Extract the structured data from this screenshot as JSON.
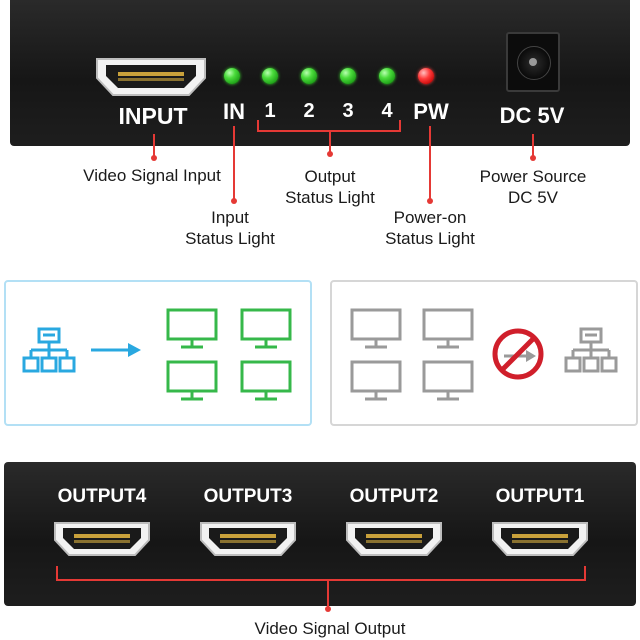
{
  "top_device": {
    "input_label": "INPUT",
    "in_label": "IN",
    "led_numbers": [
      "1",
      "2",
      "3",
      "4"
    ],
    "pw_label": "PW",
    "dc_label": "DC 5V"
  },
  "callouts": {
    "video_signal_input": "Video Signal Input",
    "input_status_line1": "Input",
    "input_status_line2": "Status Light",
    "output_status_line1": "Output",
    "output_status_line2": "Status Light",
    "power_on_line1": "Power-on",
    "power_on_line2": "Status Light",
    "power_source_line1": "Power Source",
    "power_source_line2": "DC 5V"
  },
  "bottom_device": {
    "outputs": [
      "OUTPUT4",
      "OUTPUT3",
      "OUTPUT2",
      "OUTPUT1"
    ],
    "caption": "Video Signal Output"
  },
  "colors": {
    "accent_red": "#e53935",
    "led_green": "#3bd22d",
    "led_red": "#ff3b3b",
    "network_blue": "#29a8e0",
    "monitor_green": "#36b84a",
    "inactive_gray": "#9a9a9a"
  },
  "icons": {
    "left_panel": [
      "network-hub-icon",
      "arrow-right-icon",
      "monitor-icon",
      "monitor-icon",
      "monitor-icon",
      "monitor-icon"
    ],
    "right_panel": [
      "monitor-icon",
      "monitor-icon",
      "monitor-icon",
      "monitor-icon",
      "no-sign-icon",
      "network-hub-icon"
    ]
  }
}
